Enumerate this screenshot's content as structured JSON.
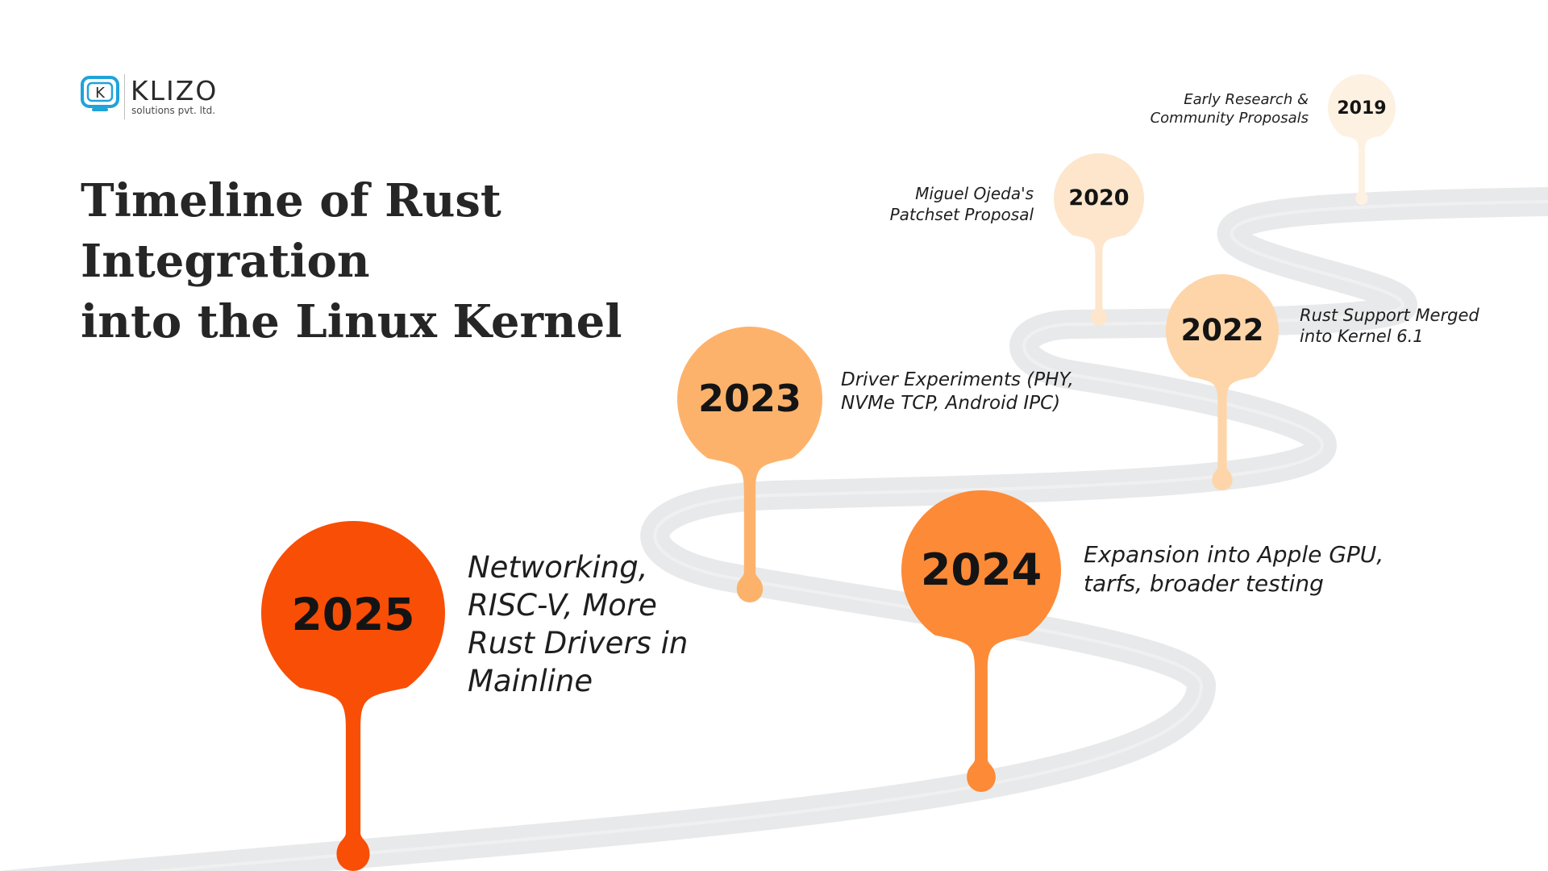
{
  "brand": {
    "name": "KLIZO",
    "tagline": "solutions pvt. ltd.",
    "logo_mark_letter": "K",
    "color": "#1fa3d9"
  },
  "title": {
    "line1": "Timeline of Rust Integration",
    "line2": "into the Linux Kernel"
  },
  "colors": {
    "road": "#e8e9ea",
    "text": "#262626"
  },
  "milestones": [
    {
      "year": "2019",
      "color": "#fdf1e2",
      "lines": [
        "Early Research &",
        "Community Proposals"
      ]
    },
    {
      "year": "2020",
      "color": "#fde6cc",
      "lines": [
        "Miguel Ojeda's",
        "Patchset Proposal"
      ]
    },
    {
      "year": "2022",
      "color": "#fdd5a8",
      "lines": [
        "Rust Support Merged",
        "into Kernel 6.1"
      ]
    },
    {
      "year": "2023",
      "color": "#fdb26b",
      "lines": [
        "Driver Experiments (PHY,",
        "NVMe TCP, Android IPC)"
      ]
    },
    {
      "year": "2024",
      "color": "#fd8a36",
      "lines": [
        "Expansion into Apple GPU,",
        "tarfs, broader testing"
      ]
    },
    {
      "year": "2025",
      "color": "#f94e06",
      "lines": [
        "Networking,",
        "RISC-V, More",
        "Rust Drivers in",
        "Mainline"
      ]
    }
  ]
}
